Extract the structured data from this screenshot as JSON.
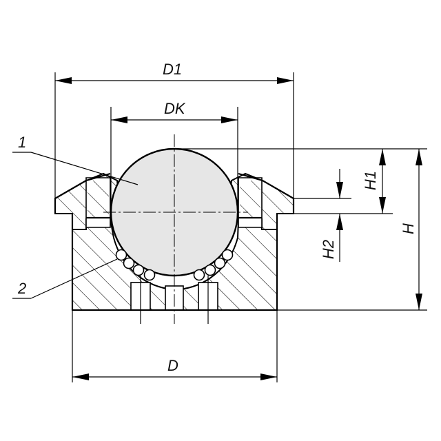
{
  "labels": {
    "d1": "D1",
    "dk": "DK",
    "d": "D",
    "h": "H",
    "h1": "H1",
    "h2": "H2",
    "part1": "1",
    "part2": "2"
  },
  "colors": {
    "ball_fill": "#e6e6e6",
    "body_fill": "#ffffff",
    "line": "#000000"
  }
}
